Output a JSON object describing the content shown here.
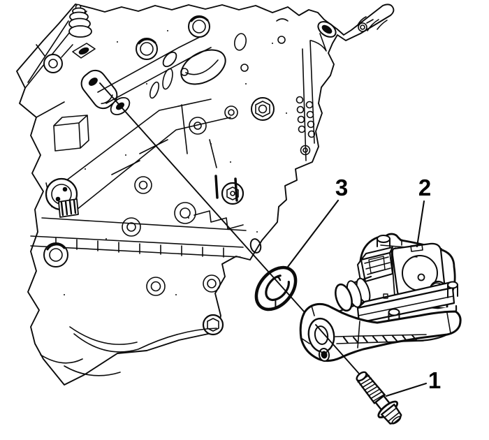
{
  "figure": {
    "description": "Black-and-white exploded service-manual line illustration: engine assembly at upper left, with a bolt alignment line running from a mounting hole on the engine down through a gasket and bracket bore to a flanged hex bolt. Numbered callouts identify the parts.",
    "background_color": "#ffffff",
    "line_color": "#0b0b0b",
    "callouts": [
      {
        "number": "1",
        "part": "mounting-bolt"
      },
      {
        "number": "2",
        "part": "solenoid-valve-bracket-assembly"
      },
      {
        "number": "3",
        "part": "gasket"
      }
    ]
  }
}
